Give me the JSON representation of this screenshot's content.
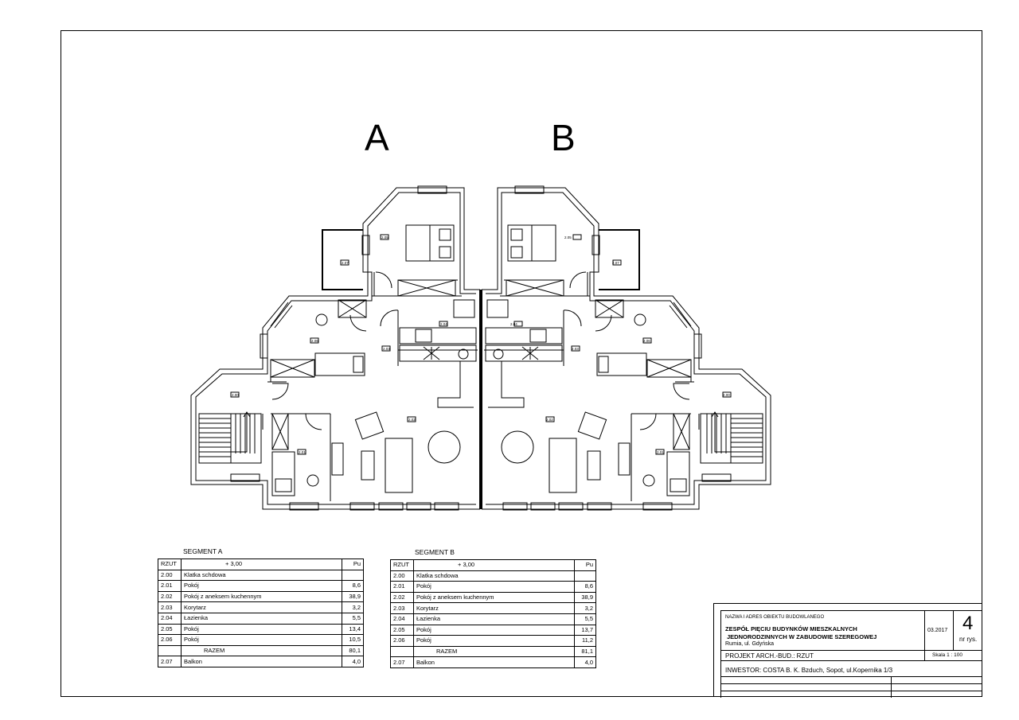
{
  "segments": {
    "a_letter": "A",
    "b_letter": "B"
  },
  "room_labels": {
    "r200": "2.00",
    "r201": "2.01",
    "r202": "2.02",
    "r203": "2.03",
    "r204": "2.04",
    "r205": "2.05",
    "r206": "2.06",
    "r207": "2.07"
  },
  "table_a": {
    "title": "SEGMENT A",
    "header": [
      "RZUT",
      "+ 3,00",
      "Pu"
    ],
    "rows": [
      [
        "2.00",
        "Klatka schdowa",
        ""
      ],
      [
        "2.01",
        "Pokój",
        "8,6"
      ],
      [
        "2.02",
        "Pokój z aneksem kuchennym",
        "38,9"
      ],
      [
        "2.03",
        "Korytarz",
        "3,2"
      ],
      [
        "2.04",
        "Łazienka",
        "5,5"
      ],
      [
        "2.05",
        "Pokój",
        "13,4"
      ],
      [
        "2.06",
        "Pokój",
        "10,5"
      ],
      [
        "",
        "RAZEM",
        "80,1"
      ],
      [
        "2.07",
        "Balkon",
        "4,0"
      ]
    ]
  },
  "table_b": {
    "title": "SEGMENT B",
    "header": [
      "RZUT",
      "+ 3,00",
      "Pu"
    ],
    "rows": [
      [
        "2.00",
        "Klatka schdowa",
        ""
      ],
      [
        "2.01",
        "Pokój",
        "8,6"
      ],
      [
        "2.02",
        "Pokój z aneksem kuchennym",
        "38,9"
      ],
      [
        "2.03",
        "Korytarz",
        "3,2"
      ],
      [
        "2.04",
        "Łazienka",
        "5,5"
      ],
      [
        "2.05",
        "Pokój",
        "13,7"
      ],
      [
        "2.06",
        "Pokój",
        "11,2"
      ],
      [
        "",
        "RAZEM",
        "81,1"
      ],
      [
        "2.07",
        "Balkon",
        "4,0"
      ]
    ]
  },
  "title_block": {
    "object_label": "NAZWA I ADRES OBIEKTU BUDOWLANEGO",
    "project_line1": "ZESPÓŁ PIĘCIU BUDYNKÓW MIESZKALNYCH",
    "project_line2": "JEDNORODZINNYCH W ZABUDOWIE SZEREGOWEJ",
    "address": "Rumia, ul. Gdyńska",
    "date": "03.2017",
    "sheet_no": "4",
    "sheet_label": "nr rys.",
    "project_type": "PROJEKT ARCH.-BUD.: RZUT",
    "scale": "Skala 1 : 100",
    "investor": "INWESTOR: COSTA B. K. Bzduch, Sopot, ul.Kopernika 1/3"
  }
}
